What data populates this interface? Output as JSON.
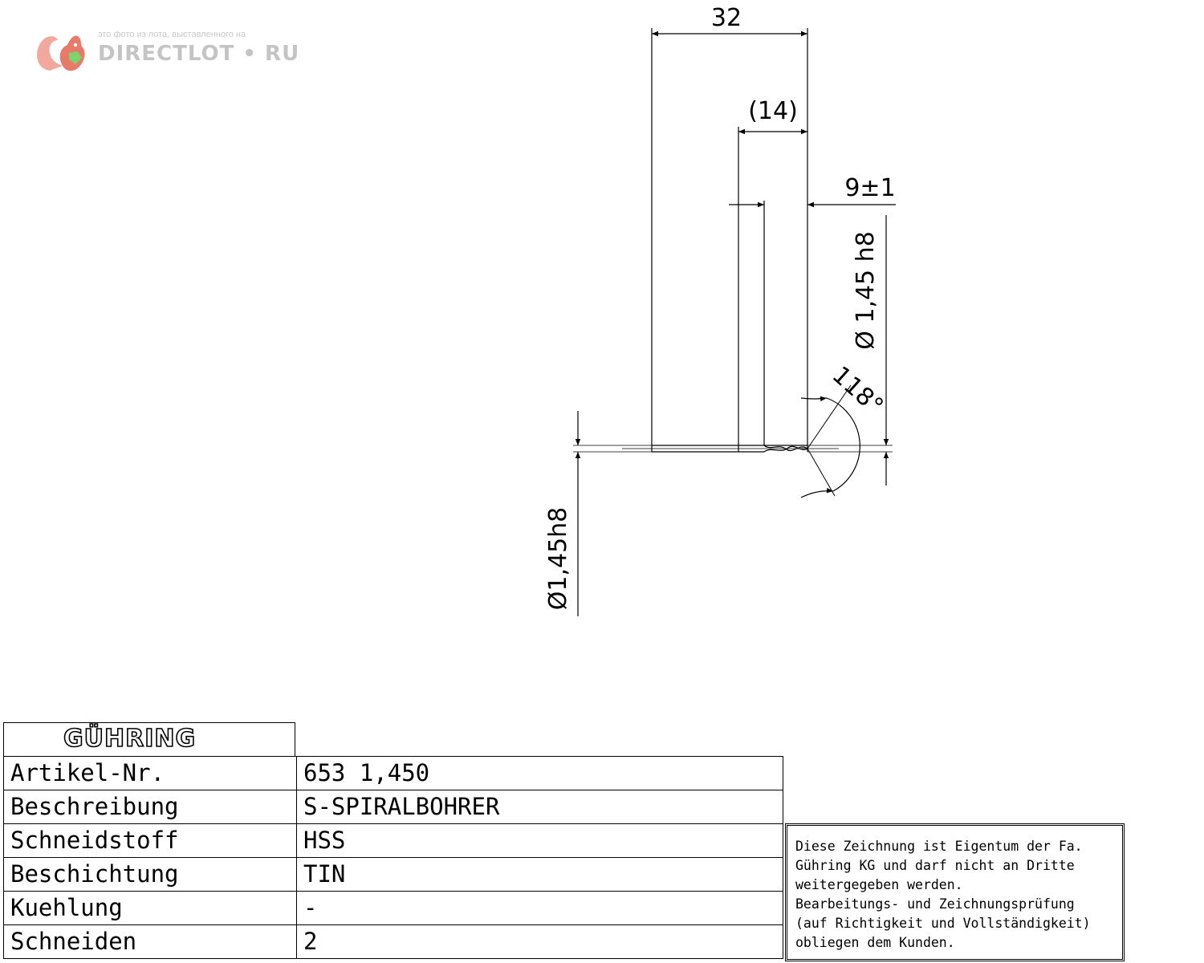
{
  "watermark": {
    "tagline": "это фото из лота, выставленного на",
    "brand": "DIRECTLOT • RU",
    "icon": "squirrel-logo-icon",
    "color": "#e05a48"
  },
  "drawing": {
    "dim_overall": "32",
    "dim_reference": "(14)",
    "dim_tolerance": "9±1",
    "dim_diameter_right": "Ø 1,45 h8",
    "dim_angle": "118°",
    "dim_diameter_left": "Ø1,45h8"
  },
  "title_block": {
    "logo": "GÜHRING",
    "rows": [
      {
        "label": "Artikel-Nr.",
        "value": "653 1,450"
      },
      {
        "label": "Beschreibung",
        "value": "S-SPIRALBOHRER"
      },
      {
        "label": "Schneidstoff",
        "value": "HSS"
      },
      {
        "label": "Beschichtung",
        "value": "TIN"
      },
      {
        "label": "Kuehlung",
        "value": "-"
      },
      {
        "label": "Schneiden",
        "value": "2"
      }
    ]
  },
  "notice": {
    "lines": [
      "Diese Zeichnung ist Eigentum der Fa.",
      "Gühring KG und darf nicht an Dritte",
      "weitergegeben werden.",
      "Bearbeitungs- und Zeichnungsprüfung",
      "(auf Richtigkeit und Vollständigkeit)",
      "obliegen dem Kunden."
    ]
  }
}
